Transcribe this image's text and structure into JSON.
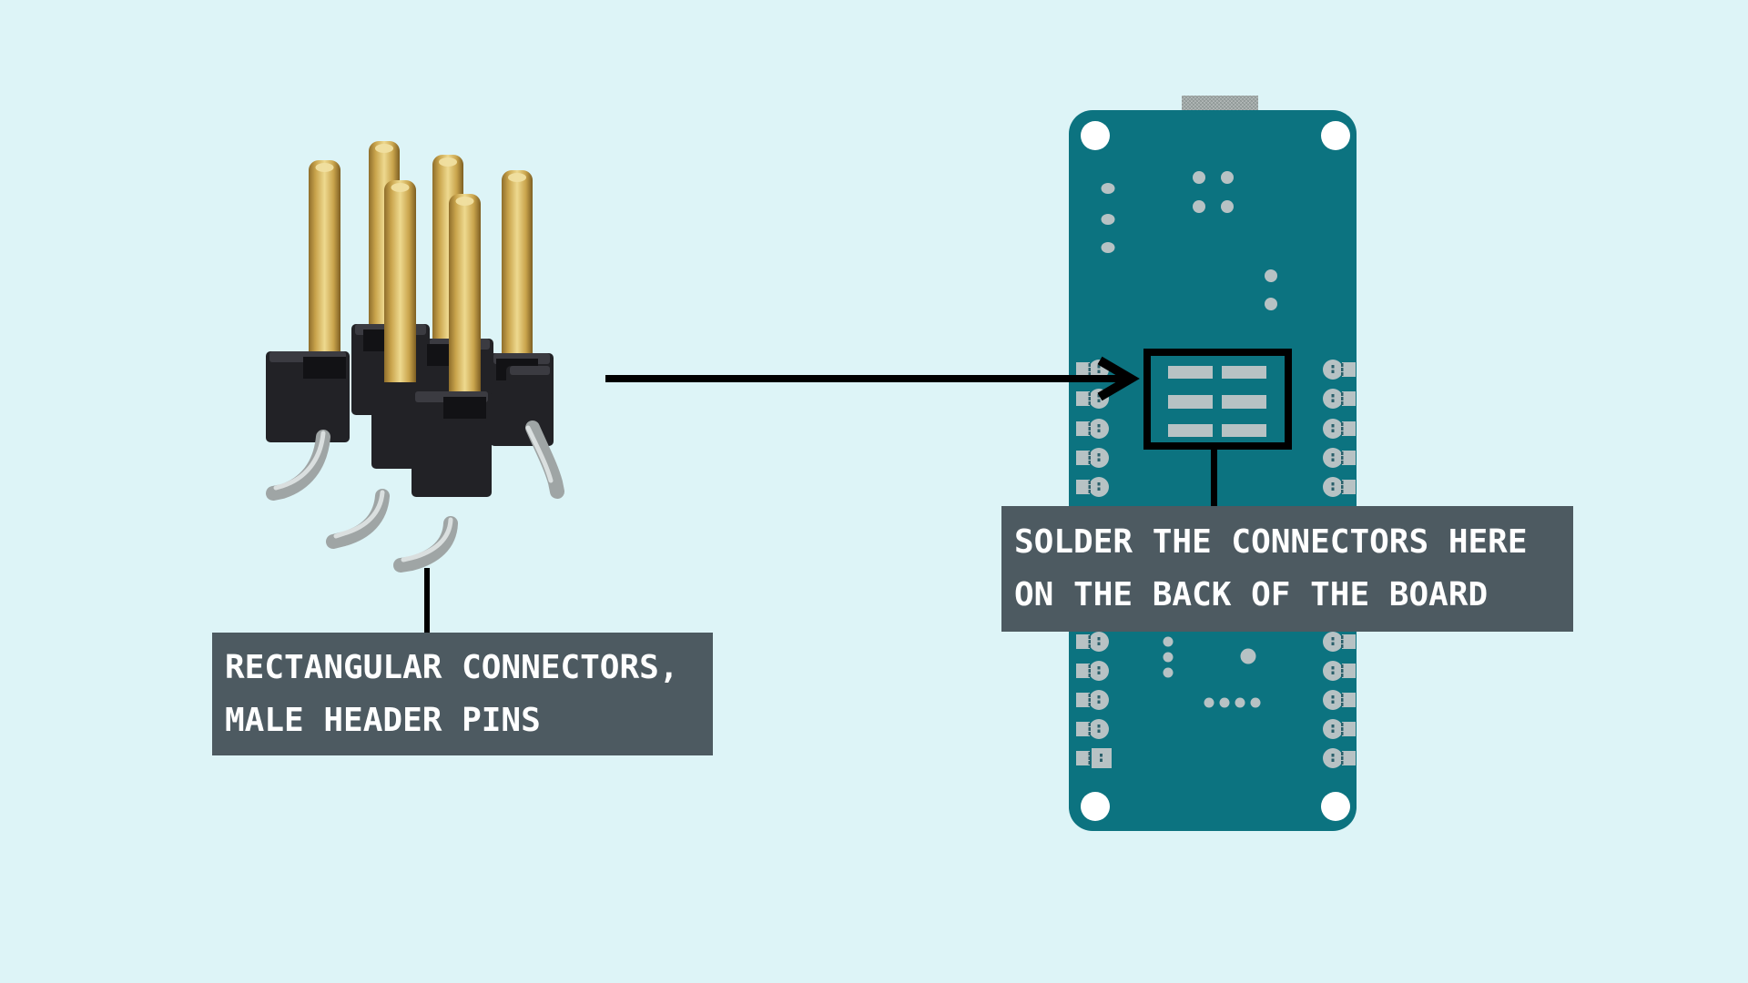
{
  "background": "#ddf4f7",
  "colors": {
    "background": "#ddf4f7",
    "board": "#0c7380",
    "pad": "#b7c2c4",
    "hole": "#ffffff",
    "dash": "#2a5f6a",
    "outline": "#000000",
    "usb": "#9ea6a5",
    "usb_hatch": "#8a9291",
    "label_bg": "#4d5a61",
    "label_text": "#ffffff",
    "gold": "#c9a44c",
    "gold_light": "#f0dfa0",
    "gold_dark": "#7d5e22",
    "plastic": "#222226",
    "plastic_light": "#3b3b41",
    "plastic_dark": "#121215",
    "leg": "#9fa5a5",
    "leg_light": "#dde1e1"
  },
  "labels": {
    "connector": {
      "line1": "RECTANGULAR CONNECTORS,",
      "line2": "MALE HEADER PINS"
    },
    "solder": {
      "line1": "SOLDER THE CONNECTORS HERE",
      "line2": "ON THE BACK OF THE BOARD"
    }
  }
}
